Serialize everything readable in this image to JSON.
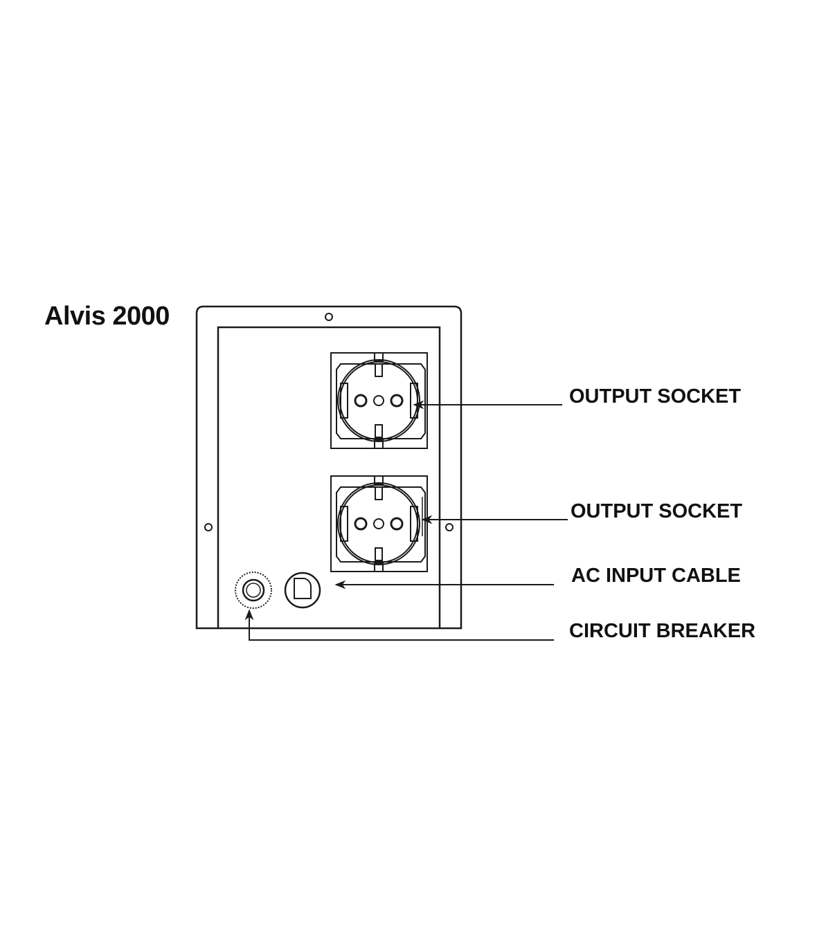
{
  "title": "Alvis 2000",
  "labels": {
    "output_socket_1": "OUTPUT SOCKET",
    "output_socket_2": "OUTPUT SOCKET",
    "ac_input_cable": "AC INPUT CABLE",
    "circuit_breaker": "CIRCUIT BREAKER"
  },
  "colors": {
    "line": "#1a1a1a",
    "background": "#ffffff"
  }
}
